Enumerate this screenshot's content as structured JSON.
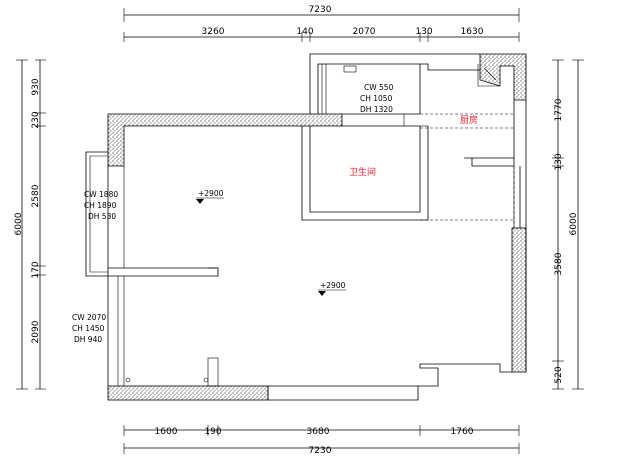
{
  "top_dims": {
    "overall": "7230",
    "segments": [
      "3260",
      "140",
      "2070",
      "130",
      "1630"
    ]
  },
  "bottom_dims": {
    "overall": "7230",
    "segments": [
      "1600",
      "190",
      "3680",
      "1760"
    ]
  },
  "left_dims": {
    "overall": "6000",
    "segments": [
      "930",
      "230",
      "2580",
      "170",
      "2090"
    ]
  },
  "right_dims": {
    "overall": "6000",
    "segments": [
      "1770",
      "130",
      "3580",
      "520"
    ]
  },
  "windows": {
    "w1": {
      "cw": "CW 550",
      "ch": "CH 1050",
      "dh": "DH 1320"
    },
    "w2": {
      "cw": "CW 1880",
      "ch": "CH 1890",
      "dh": "DH 530"
    },
    "w3": {
      "cw": "CW 2070",
      "ch": "CH 1450",
      "dh": "DH 940"
    }
  },
  "rooms": {
    "bathroom": "卫生间",
    "kitchen": "厨房"
  },
  "levels": {
    "level_1": "+2900",
    "level_2": "+2900"
  }
}
